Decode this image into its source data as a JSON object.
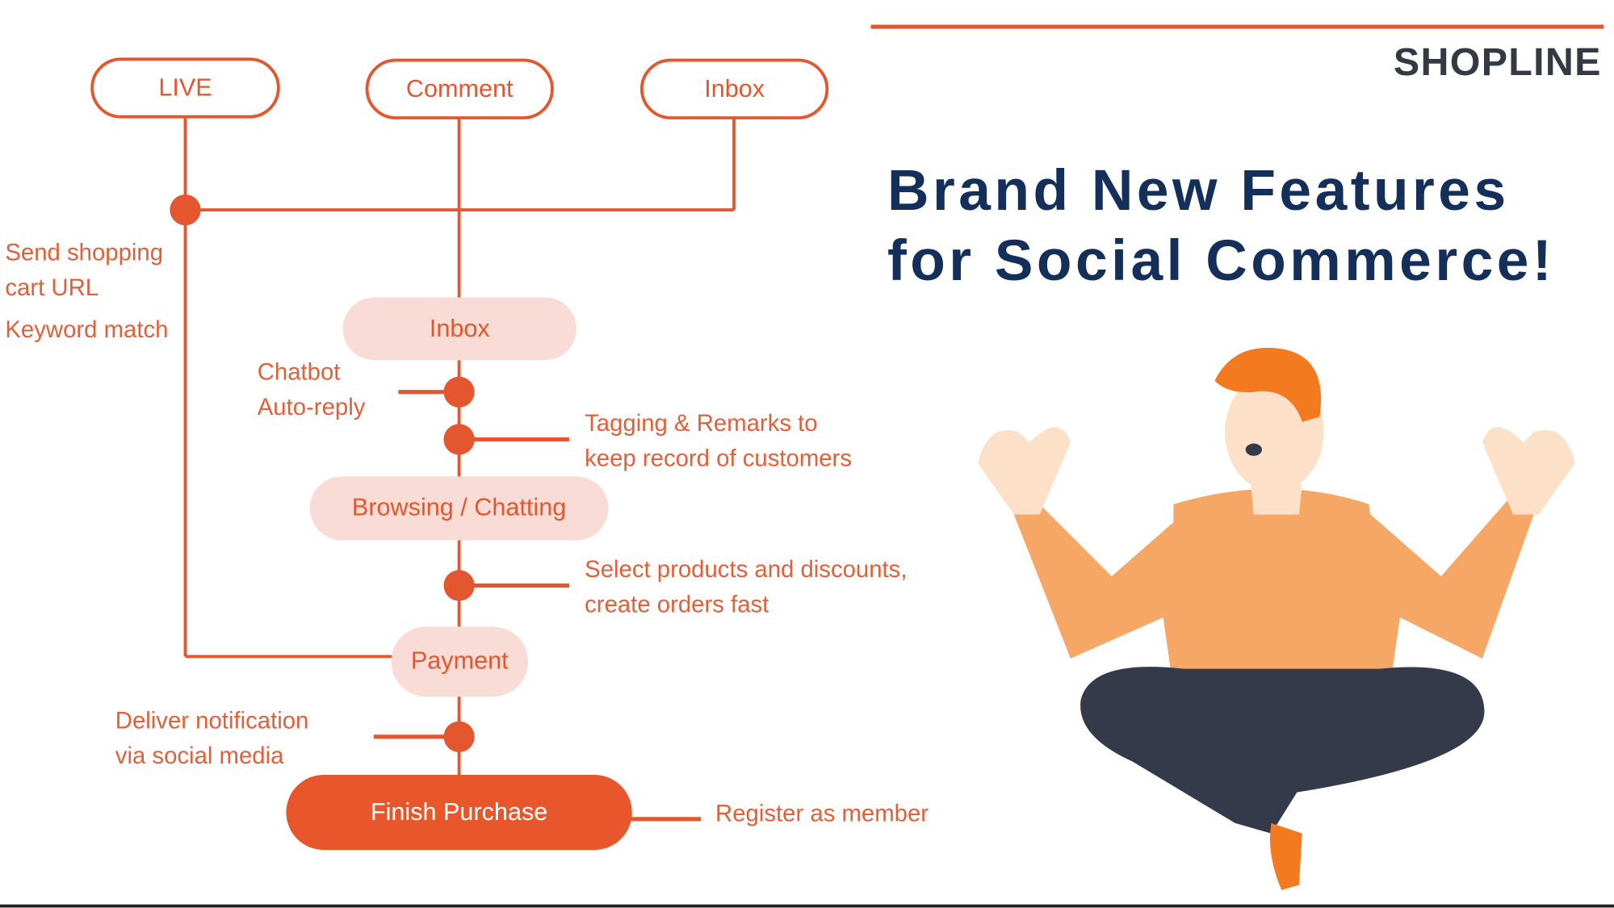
{
  "colors": {
    "accent": "#e4572e",
    "soft": "#f9dcd5",
    "title": "#14305a",
    "logo": "#333a44"
  },
  "logo": {
    "text": "SHOPLINE"
  },
  "headline": {
    "line1": "Brand New Features",
    "line2": "for Social Commerce!"
  },
  "sources": [
    "LIVE",
    "Comment",
    "Inbox"
  ],
  "stages": {
    "inbox": "Inbox",
    "browsing": "Browsing / Chatting",
    "payment": "Payment",
    "finish": "Finish Purchase"
  },
  "notes": {
    "send_cart_1": "Send shopping",
    "send_cart_2": "cart URL",
    "keyword": "Keyword match",
    "chatbot_1": "Chatbot",
    "chatbot_2": "Auto-reply",
    "tagging_1": "Tagging & Remarks to",
    "tagging_2": "keep record of customers",
    "select_1": "Select products and discounts,",
    "select_2": "create orders fast",
    "deliver_1": "Deliver notification",
    "deliver_2": "via social media",
    "register": "Register as member"
  }
}
